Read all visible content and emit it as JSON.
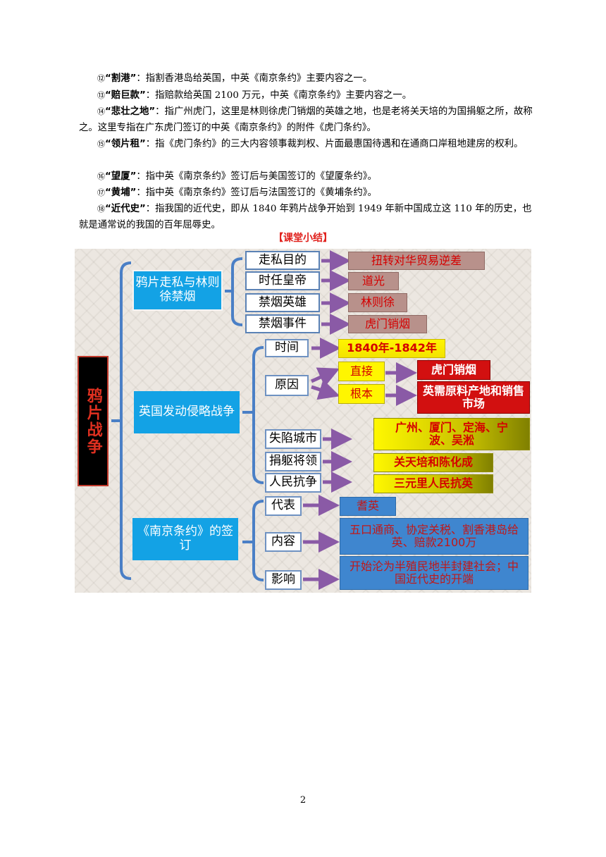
{
  "notes": [
    {
      "num": "⑫",
      "term": "“割港”",
      "text": "：指割香港岛给英国，中英《南京条约》主要内容之一。"
    },
    {
      "num": "⑬",
      "term": "“赔巨款”",
      "text": "：指赔款给英国 2100 万元，中英《南京条约》主要内容之一。"
    },
    {
      "num": "⑭",
      "term": "“悲壮之地”",
      "text": "：指广州虎门，这里是林则徐虎门销烟的英雄之地，也是老将关天培的为国捐躯之所，故称之。这里专指在广东虎门签订的中英《南京条约》的附件《虎门条约》。"
    },
    {
      "num": "⑮",
      "term": "“领片租”",
      "text": "：指《虎门条约》的三大内容领事裁判权、片面最惠国待遇和在通商口岸租地建房的权利。"
    },
    {
      "num": "⑯",
      "term": "“望厦”",
      "text": "：指中英《南京条约》签订后与美国签订的《望厦条约》。"
    },
    {
      "num": "⑰",
      "term": "“黄埔”",
      "text": "：指中英《南京条约》签订后与法国签订的《黄埔条约》。"
    },
    {
      "num": "⑱",
      "term": "“近代史”",
      "text": "：指我国的近代史，即从 1840 年鸦片战争开始到 1949 年新中国成立这 110 年的历史，也就是通常说的我国的百年屈辱史。"
    }
  ],
  "summary_title": "【课堂小结】",
  "diagram": {
    "root": "鸦片战争",
    "cat1": "鸦片走私与林则徐禁烟",
    "cat1_items": [
      {
        "label": "走私目的",
        "value": "扭转对华贸易逆差"
      },
      {
        "label": "时任皇帝",
        "value": "道光"
      },
      {
        "label": "禁烟英雄",
        "value": "林则徐"
      },
      {
        "label": "禁烟事件",
        "value": "虎门销烟"
      }
    ],
    "cat2": "英国发动侵略战争",
    "time_label": "时间",
    "time_value": "1840年-1842年",
    "cause_label": "原因",
    "direct_label": "直接",
    "direct_value": "虎门销烟",
    "root_cause_label": "根本",
    "root_cause_value": "英需原料产地和销售市场",
    "cities_label": "失陷城市",
    "cities_value": "广州、厦门、定海、宁波、吴淞",
    "generals_label": "捐躯将领",
    "generals_value": "关天培和陈化成",
    "people_label": "人民抗争",
    "people_value": "三元里人民抗英",
    "cat3": "《南京条约》的签订",
    "rep_label": "代表",
    "rep_value": "耆英",
    "content_label": "内容",
    "content_value": "五口通商、协定关税、割香港岛给英、赔款2100万",
    "impact_label": "影响",
    "impact_value": "开始沦为半殖民地半封建社会；中国近代史的开端"
  },
  "page_number": "2"
}
